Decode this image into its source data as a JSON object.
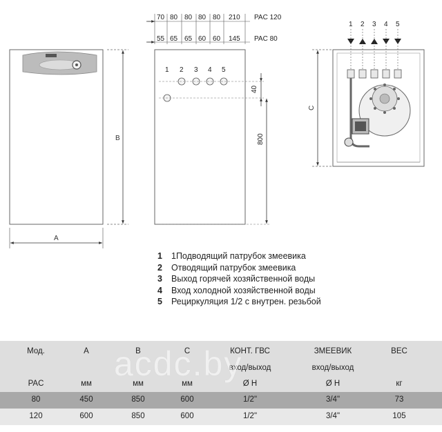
{
  "front_view": {
    "width_label": "A",
    "height_label": "B"
  },
  "side_view": {
    "top_dims": [
      "70",
      "80",
      "80",
      "80",
      "80",
      "210"
    ],
    "bottom_dims": [
      "55",
      "65",
      "65",
      "60",
      "60",
      "145"
    ],
    "model_top": "PAC 120",
    "model_bottom": "PAC 80",
    "port_numbers": [
      "1",
      "2",
      "3",
      "4",
      "5"
    ],
    "dim_40": "40",
    "dim_800": "800"
  },
  "rear_view": {
    "port_numbers": [
      "1",
      "2",
      "3",
      "4",
      "5"
    ],
    "height_label": "C"
  },
  "legend": [
    {
      "num": "1",
      "text": "1Подводящий патрубок змеевика"
    },
    {
      "num": "2",
      "text": "Отводящий патрубок змеевика"
    },
    {
      "num": "3",
      "text": "Выход горячей хозяйственной воды"
    },
    {
      "num": "4",
      "text": "Вход холодной хозяйственной воды"
    },
    {
      "num": "5",
      "text": "Рециркуляция 1/2 с внутрен. резьбой"
    }
  ],
  "table": {
    "header1": [
      "Мод.",
      "A",
      "B",
      "C",
      "КОНТ. ГВС",
      "ЗМЕЕВИК",
      "ВЕС"
    ],
    "header2": [
      "",
      "",
      "",
      "",
      "вход/выход",
      "вход/выход",
      ""
    ],
    "header3": [
      "PAC",
      "мм",
      "мм",
      "мм",
      "Ø H",
      "Ø H",
      "кг"
    ],
    "rows": [
      [
        "80",
        "450",
        "850",
        "600",
        "1/2\"",
        "3/4\"",
        "73"
      ],
      [
        "120",
        "600",
        "850",
        "600",
        "1/2\"",
        "3/4\"",
        "105"
      ]
    ]
  },
  "watermark": "acdc.by"
}
